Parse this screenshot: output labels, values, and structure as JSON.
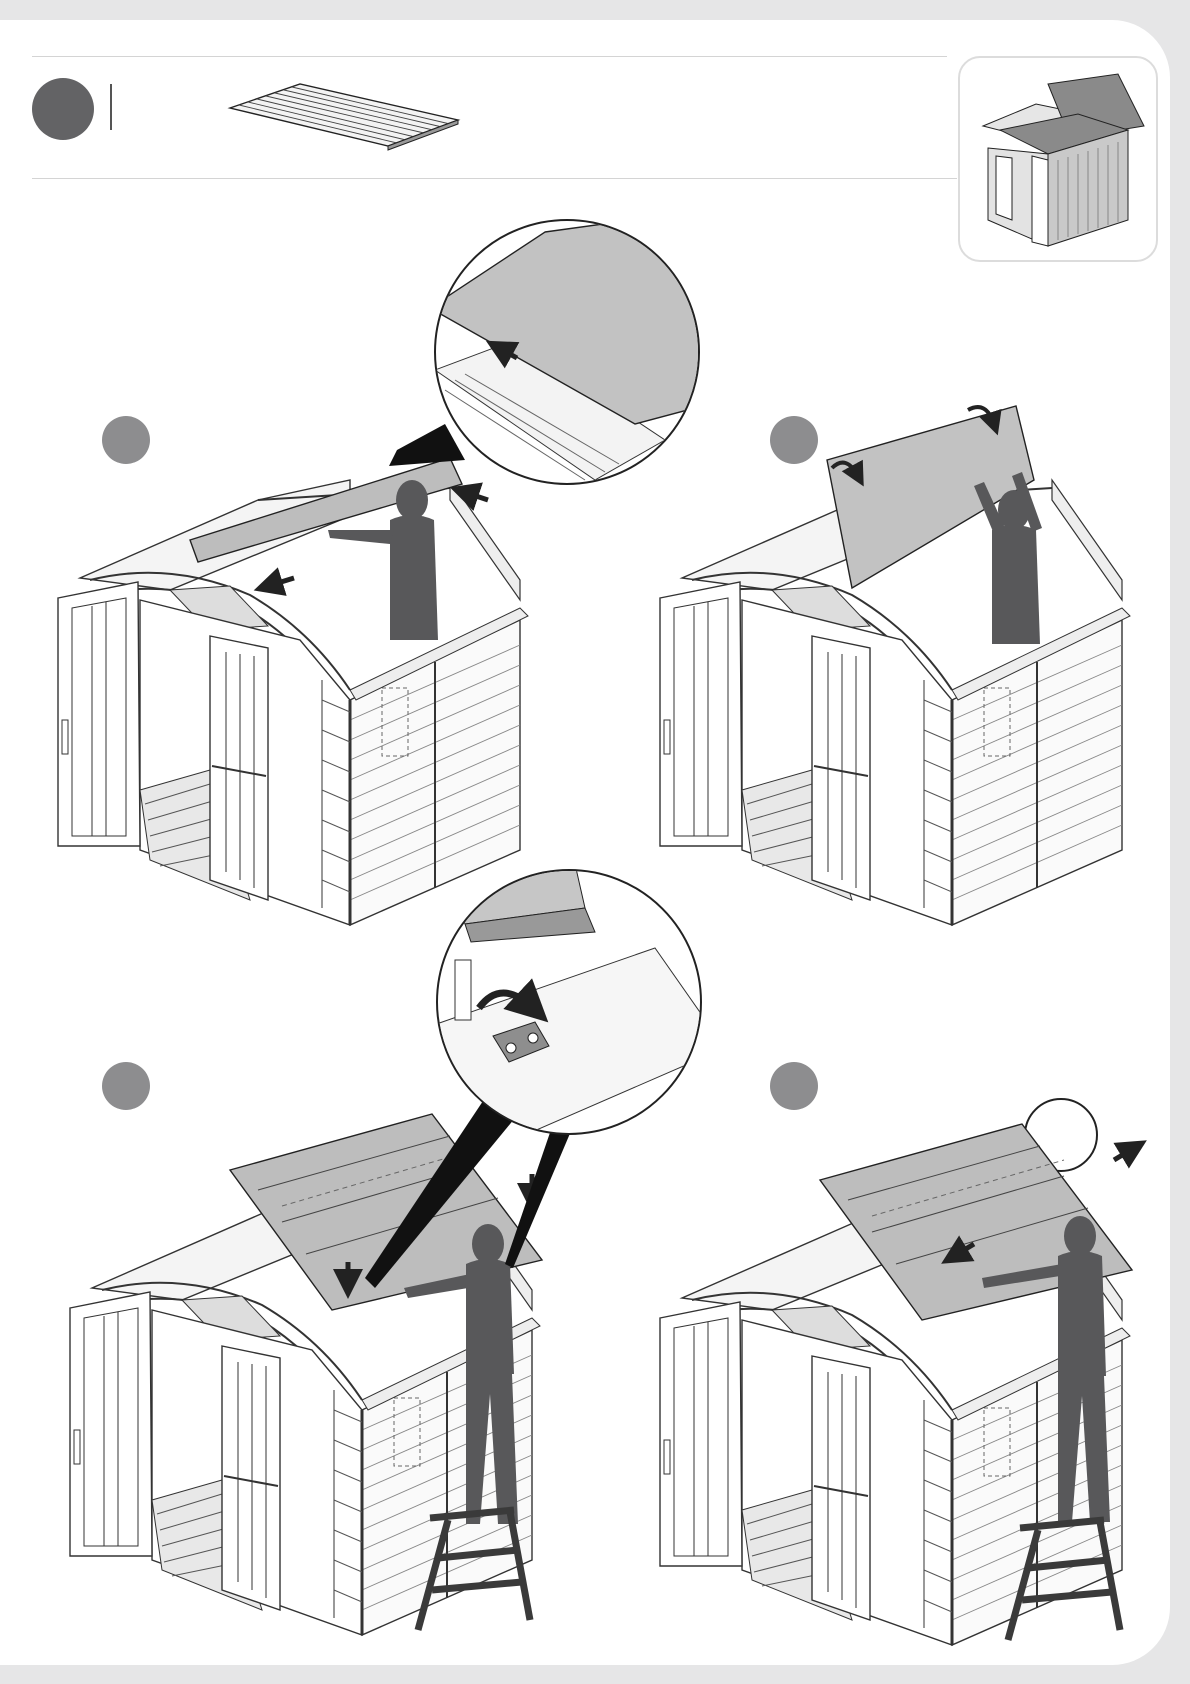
{
  "step": {
    "number": "",
    "badge_color": "#636365"
  },
  "part_icon": {
    "name": "roof-panel-icon"
  },
  "thumbnail": {
    "name": "completed-shed-icon"
  },
  "sub_steps": [
    {
      "number": "",
      "action": "slide-panel-into-slot"
    },
    {
      "number": "",
      "action": "lower-panel-onto-roof"
    },
    {
      "number": "",
      "action": "fold-tab-down"
    },
    {
      "number": "",
      "action": "push-panel-up"
    }
  ],
  "empty_callout": {
    "label": ""
  },
  "colors": {
    "badge_dark": "#636365",
    "badge_light": "#8d8d8f",
    "figure": "#58585a",
    "panel": "#bdbdbd",
    "line": "#2a2a2a"
  }
}
